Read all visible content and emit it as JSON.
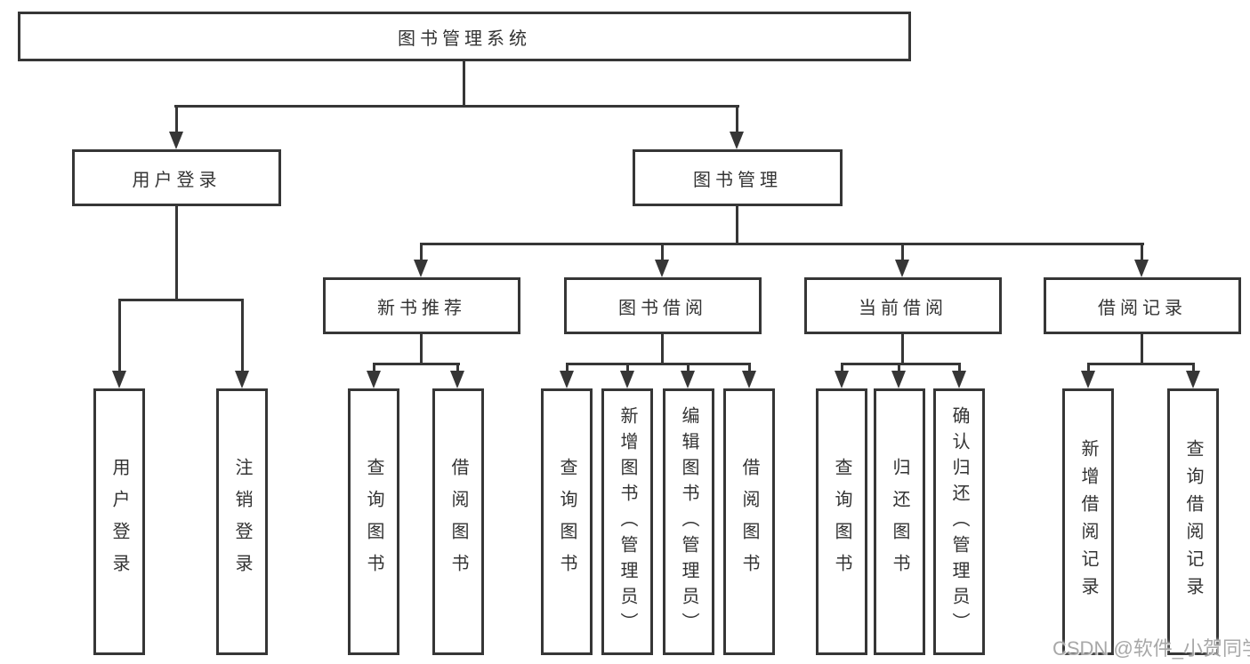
{
  "diagram": {
    "root": {
      "label": "图书管理系统"
    },
    "branches": [
      {
        "label": "用户登录",
        "children": [
          {
            "label": "用户登录"
          },
          {
            "label": "注销登录"
          }
        ]
      },
      {
        "label": "图书管理",
        "children": [
          {
            "label": "新书推荐",
            "children": [
              {
                "label": "查询图书"
              },
              {
                "label": "借阅图书"
              }
            ]
          },
          {
            "label": "图书借阅",
            "children": [
              {
                "label": "查询图书"
              },
              {
                "label": "新增图书（管理员）"
              },
              {
                "label": "编辑图书（管理员）"
              },
              {
                "label": "借阅图书"
              }
            ]
          },
          {
            "label": "当前借阅",
            "children": [
              {
                "label": "查询图书"
              },
              {
                "label": "归还图书"
              },
              {
                "label": "确认归还（管理员）"
              }
            ]
          },
          {
            "label": "借阅记录",
            "children": [
              {
                "label": "新增借阅记录"
              },
              {
                "label": "查询借阅记录"
              }
            ]
          }
        ]
      }
    ]
  },
  "watermark": {
    "text": "CSDN @软件_小贺同学"
  },
  "colors": {
    "line": "#363636",
    "text": "#333333",
    "watermark": "#a8a8a8",
    "background": "#ffffff"
  }
}
